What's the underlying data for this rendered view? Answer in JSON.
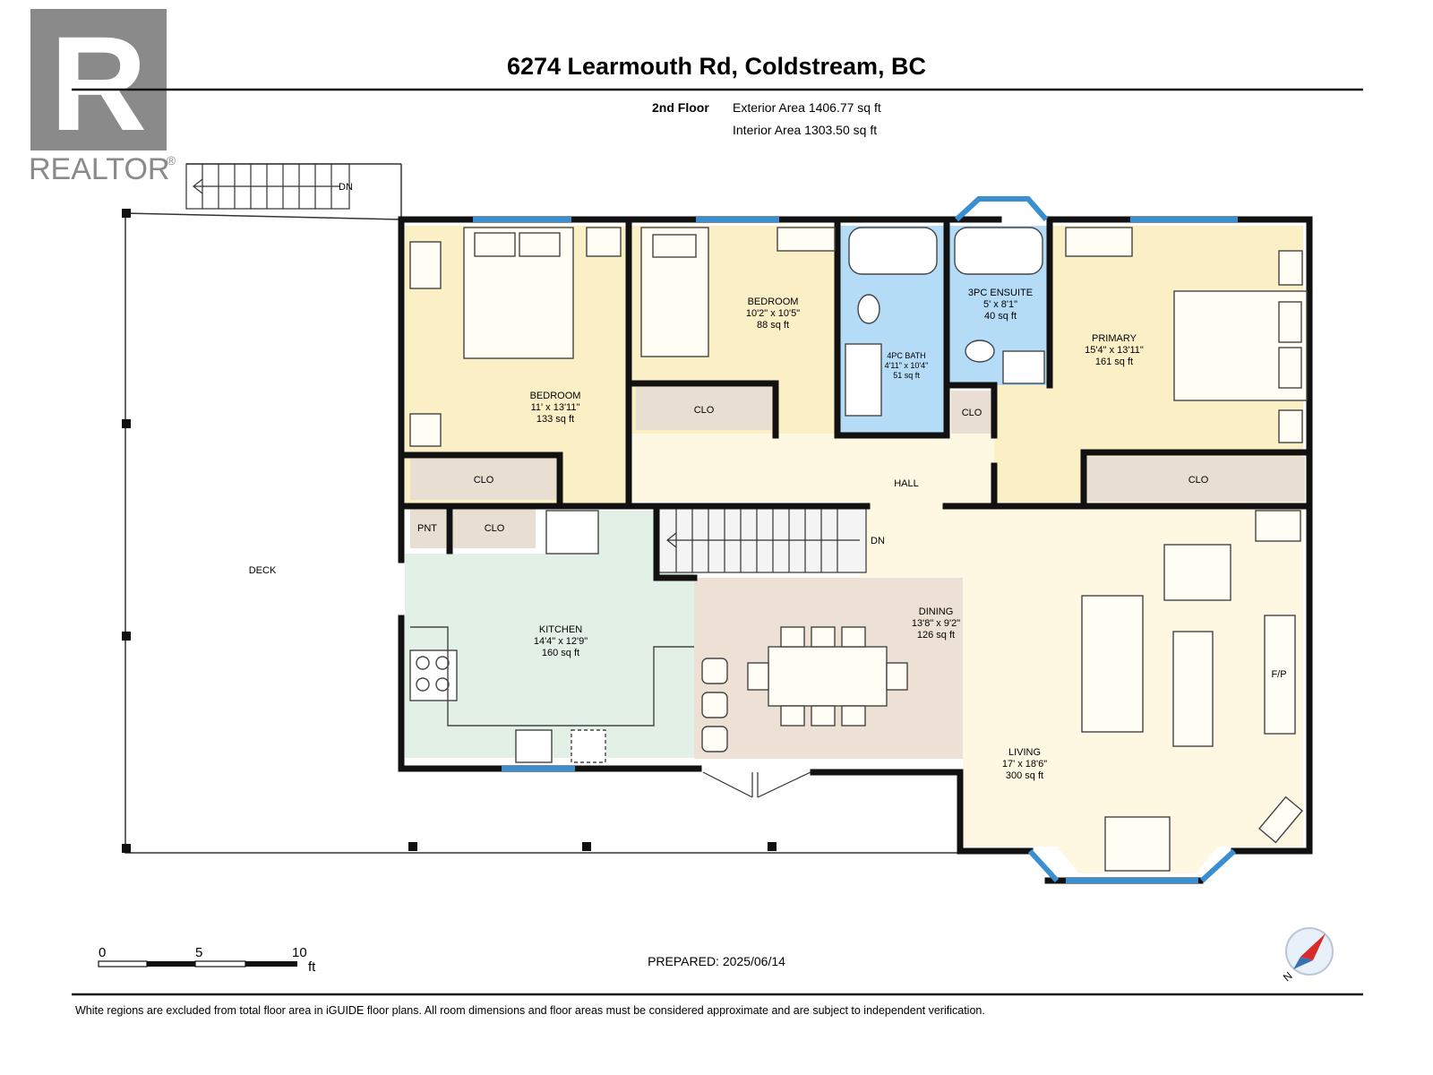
{
  "logo": {
    "letter": "R",
    "wordmark": "REALTOR",
    "reg": "®"
  },
  "header": {
    "title": "6274 Learmouth Rd, Coldstream, BC",
    "floor": "2nd Floor",
    "exterior_area": "Exterior Area 1406.77 sq ft",
    "interior_area": "Interior Area 1303.50 sq ft"
  },
  "rooms": {
    "bedroom1": {
      "name": "BEDROOM",
      "dims": "11' x 13'11\"",
      "area": "133 sq ft"
    },
    "bedroom2": {
      "name": "BEDROOM",
      "dims": "10'2\" x 10'5\"",
      "area": "88 sq ft"
    },
    "bath": {
      "name": "4PC BATH",
      "dims": "4'11\" x 10'4\"",
      "area": "51 sq ft"
    },
    "ensuite": {
      "name": "3PC ENSUITE",
      "dims": "5' x 8'1\"",
      "area": "40 sq ft"
    },
    "primary": {
      "name": "PRIMARY",
      "dims": "15'4\" x 13'11\"",
      "area": "161 sq ft"
    },
    "kitchen": {
      "name": "KITCHEN",
      "dims": "14'4\" x 12'9\"",
      "area": "160 sq ft"
    },
    "dining": {
      "name": "DINING",
      "dims": "13'8\" x 9'2\"",
      "area": "126 sq ft"
    },
    "living": {
      "name": "LIVING",
      "dims": "17' x 18'6\"",
      "area": "300 sq ft"
    }
  },
  "labels": {
    "hall": "HALL",
    "deck": "DECK",
    "clo": "CLO",
    "pnt": "PNT",
    "dn": "DN",
    "fp": "F/P"
  },
  "scale": {
    "zero": "0",
    "five": "5",
    "ten": "10",
    "unit": "ft"
  },
  "prepared": "PREPARED: 2025/06/14",
  "compass": {
    "label": "N"
  },
  "footer": "White regions are excluded from total floor area in iGUIDE floor plans. All room dimensions and floor areas must be considered approximate and are subject to independent verification.",
  "colors": {
    "bedroom": "#fbefc6",
    "bath": "#b5dcf7",
    "kitchen": "#e2f0e6",
    "dining": "#ece1d4",
    "hall": "#fef8e3",
    "closet": "#e8dfd2",
    "wall": "#111111",
    "window": "#3a8fd0"
  }
}
